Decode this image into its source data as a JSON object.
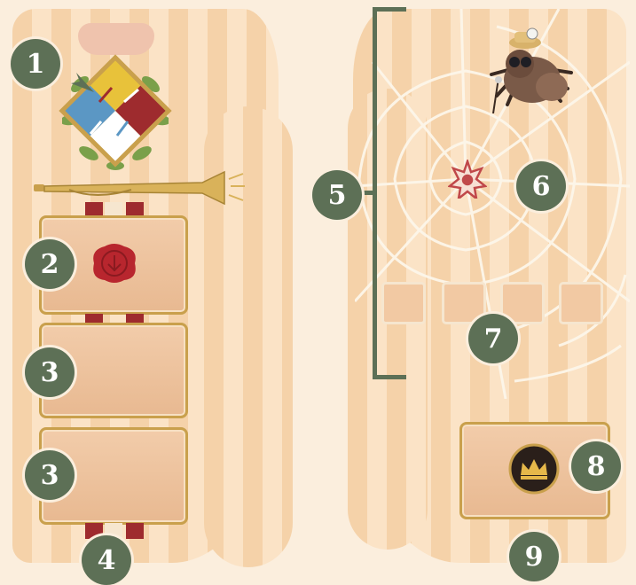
{
  "colors": {
    "badge": "#5d7056",
    "panel_stripe_dark": "#f5d2a9",
    "panel_stripe_light": "#fbe3c6",
    "card_border": "#c9a04c",
    "ribbon_red": "#9e2b2e",
    "seal_red": "#b8262e",
    "emblem_red": "#9e2b2e",
    "emblem_yellow": "#e8c23a",
    "emblem_blue": "#5b97c4",
    "emblem_white": "#ffffff"
  },
  "icons": {
    "emblem": "compass-quadrant-emblem-icon",
    "pointer": "arrow-pointer-icon",
    "trumpet": "herald-trumpet-icon",
    "seal": "wax-seal-icon",
    "spider": "spider-with-hat-icon",
    "web_center": "flower-star-icon",
    "crown": "crown-token-icon"
  },
  "callouts": {
    "b1": "1",
    "b2": "2",
    "b3a": "3",
    "b3b": "3",
    "b4": "4",
    "b5": "5",
    "b6": "6",
    "b7": "7",
    "b8": "8",
    "b9": "9"
  }
}
